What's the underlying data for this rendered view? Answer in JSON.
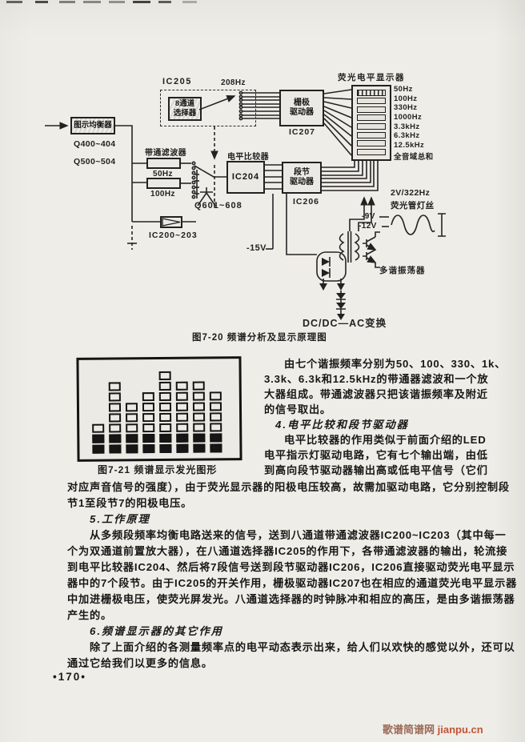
{
  "page": {
    "number": "•170•",
    "watermark_site": "歌谱简谱网",
    "watermark_url": "jianpu.cn"
  },
  "diagram": {
    "caption": "图7-20  频谱分析及显示原理图",
    "equalizer": "图示均衡器",
    "q400": "Q400~404",
    "q500": "Q500~504",
    "bandpass_label": "带通滤波器",
    "f50": "50Hz",
    "f100": "100Hz",
    "ic200": "IC200~203",
    "q601": "Q601~608",
    "ic205": "IC205",
    "scan_freq": "208Hz",
    "selector_l1": "8通道",
    "selector_l2": "选择器",
    "comparator_label": "电平比较器",
    "ic204": "IC204",
    "grid_driver_l1": "栅极",
    "grid_driver_l2": "驱动器",
    "ic207": "IC207",
    "segment_driver_l1": "段节",
    "segment_driver_l2": "驱动器",
    "ic206": "IC206",
    "display_label": "荧光电平显示器",
    "channels": [
      "50Hz",
      "100Hz",
      "330Hz",
      "1000Hz",
      "3.3kHz",
      "6.3kHz",
      "12.5kHz",
      "全音域总和"
    ],
    "neg15": "-15V",
    "filament_v": "2V/322Hz",
    "filament_label": "荧光管灯丝",
    "neg9": "-9V",
    "neg12": "-12V",
    "multivibrator": "多谐振荡器",
    "dcdc": "DC/DC—AC变换"
  },
  "figure21": {
    "caption": "图7-21  频谱显示发光图形",
    "segment_counts": [
      3,
      7,
      5,
      6,
      8,
      7,
      7,
      6
    ]
  },
  "text": {
    "right_column": [
      "由七个谐振频率分别为50、100、330、1k、",
      "3.3k、6.3k和12.5kHz的带通器滤波和一个放",
      "大器组成。带通滤波器只把该谐振频率及附近",
      "的信号取出。",
      "4.电平比较和段节驱动器",
      "电平比较器的作用类似于前面介绍的LED",
      "电平指示灯驱动电路，它有七个输出端，由低",
      "到高向段节驱动器输出高或低电平信号（它们"
    ],
    "paragraphs": [
      "对应声音信号的强度），由于荧光显示器的阳极电压较高，故需加驱动电路，它分别控制段",
      "节1至段节7的阳极电压。",
      "5.工作原理",
      "从多频段频率均衡电路送来的信号，送到八通道带通滤波器IC200~IC203（其中每一",
      "个为双通道前置放大器），在八通道选择器IC205的作用下，各带通滤波器的输出，轮流接",
      "到电平比较器IC204、然后将7段信号送到段节驱动器IC206，IC206直接驱动荧光电平显示",
      "器中的7个段节。由于IC205的开关作用，栅极驱动器IC207也在相应的通道荧光电平显示器",
      "中加进栅极电压，使荧光屏发光。八通道选择器的时钟脉冲和相应的高压，是由多谐振荡器",
      "产生的。",
      "6.频谱显示器的其它作用",
      "除了上面介绍的各测量频率点的电平动态表示出来，给人们以欢快的感觉以外，还可以",
      "通过它给我们以更多的信息。"
    ]
  }
}
